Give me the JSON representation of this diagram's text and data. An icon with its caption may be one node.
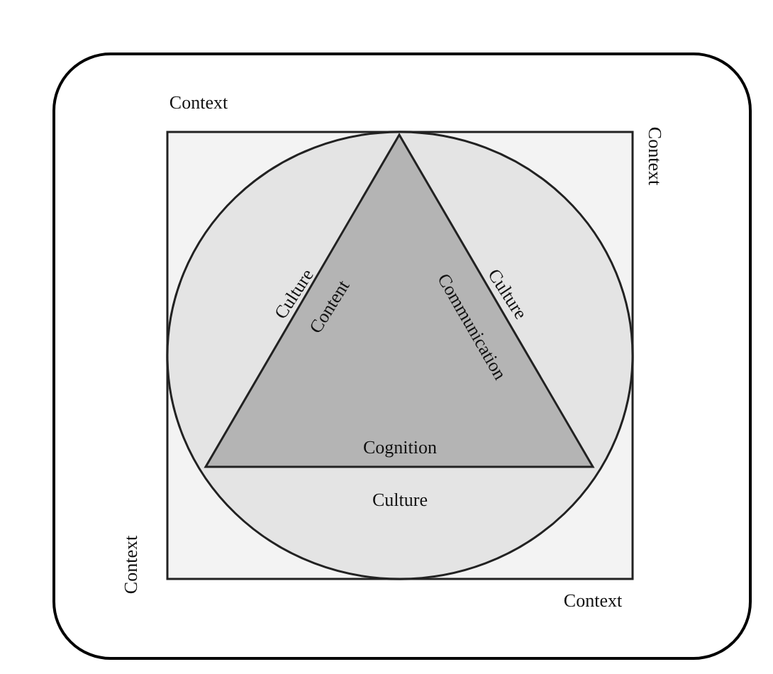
{
  "diagram": {
    "nodes": [
      {
        "text": [
          "Context",
          "Context",
          "Context",
          "Context"
        ]
      },
      {
        "text": [
          "Culture",
          "Culture",
          "Culture"
        ],
        "in": 0
      },
      {
        "text": [
          "Content",
          "Communication",
          "Cognition"
        ],
        "in": 1
      }
    ]
  }
}
